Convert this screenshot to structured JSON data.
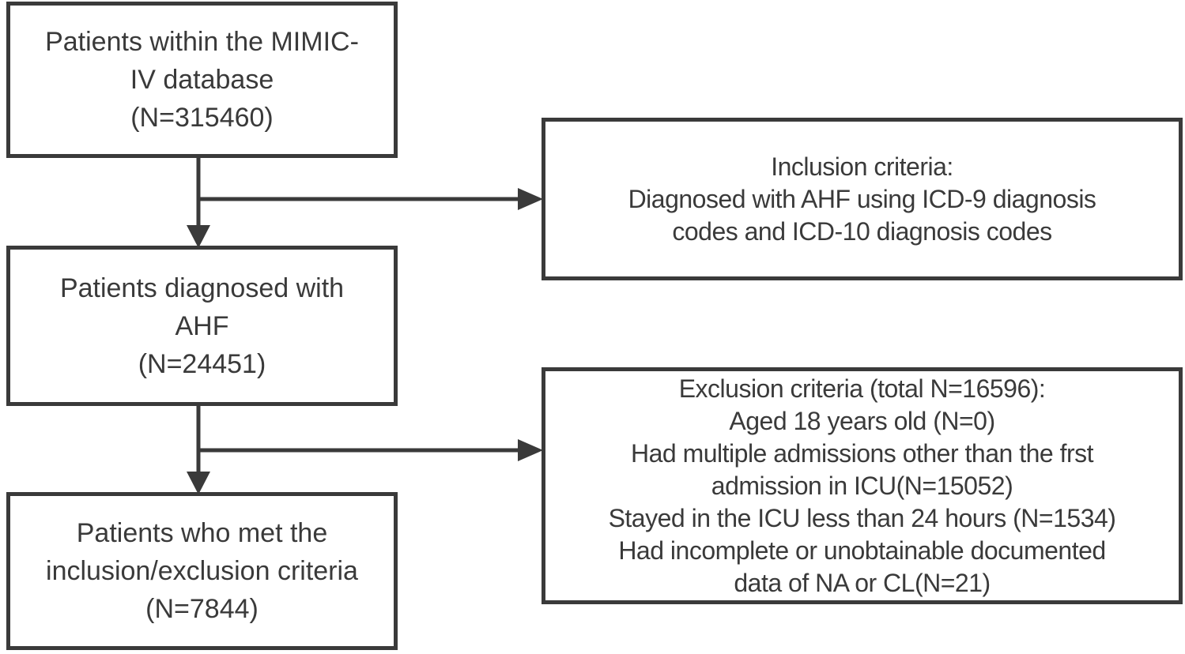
{
  "diagram": {
    "type": "flowchart",
    "colors": {
      "line": "#3a3a3a",
      "text": "#3a3a3a",
      "background": "#ffffff"
    },
    "boxes": {
      "mimic_database": {
        "lines": [
          "Patients within the MIMIC-",
          "IV database",
          "(N=315460)"
        ]
      },
      "diagnosed_ahf": {
        "lines": [
          "Patients diagnosed with",
          "AHF",
          "(N=24451)"
        ]
      },
      "met_criteria": {
        "lines": [
          "Patients who met the",
          "inclusion/exclusion criteria",
          "(N=7844)"
        ]
      },
      "inclusion": {
        "lines": [
          "Inclusion criteria:",
          "Diagnosed with AHF using ICD-9 diagnosis",
          "codes and ICD-10 diagnosis codes"
        ]
      },
      "exclusion": {
        "lines": [
          "Exclusion criteria (total N=16596):",
          "Aged 18 years old (N=0)",
          "Had multiple admissions other than the frst",
          "admission in ICU(N=15052)",
          "Stayed in the ICU less than 24 hours (N=1534)",
          "Had incomplete or unobtainable documented",
          "data of NA or CL(N=21)"
        ]
      }
    },
    "connections": [
      {
        "from": "mimic_database",
        "to": "diagnosed_ahf",
        "style": "arrow-down"
      },
      {
        "from": "mimic_database_to_diagnosed_ahf_branch",
        "to": "inclusion",
        "style": "arrow-right"
      },
      {
        "from": "diagnosed_ahf",
        "to": "met_criteria",
        "style": "arrow-down"
      },
      {
        "from": "diagnosed_ahf_to_met_criteria_branch",
        "to": "exclusion",
        "style": "arrow-right"
      }
    ]
  }
}
